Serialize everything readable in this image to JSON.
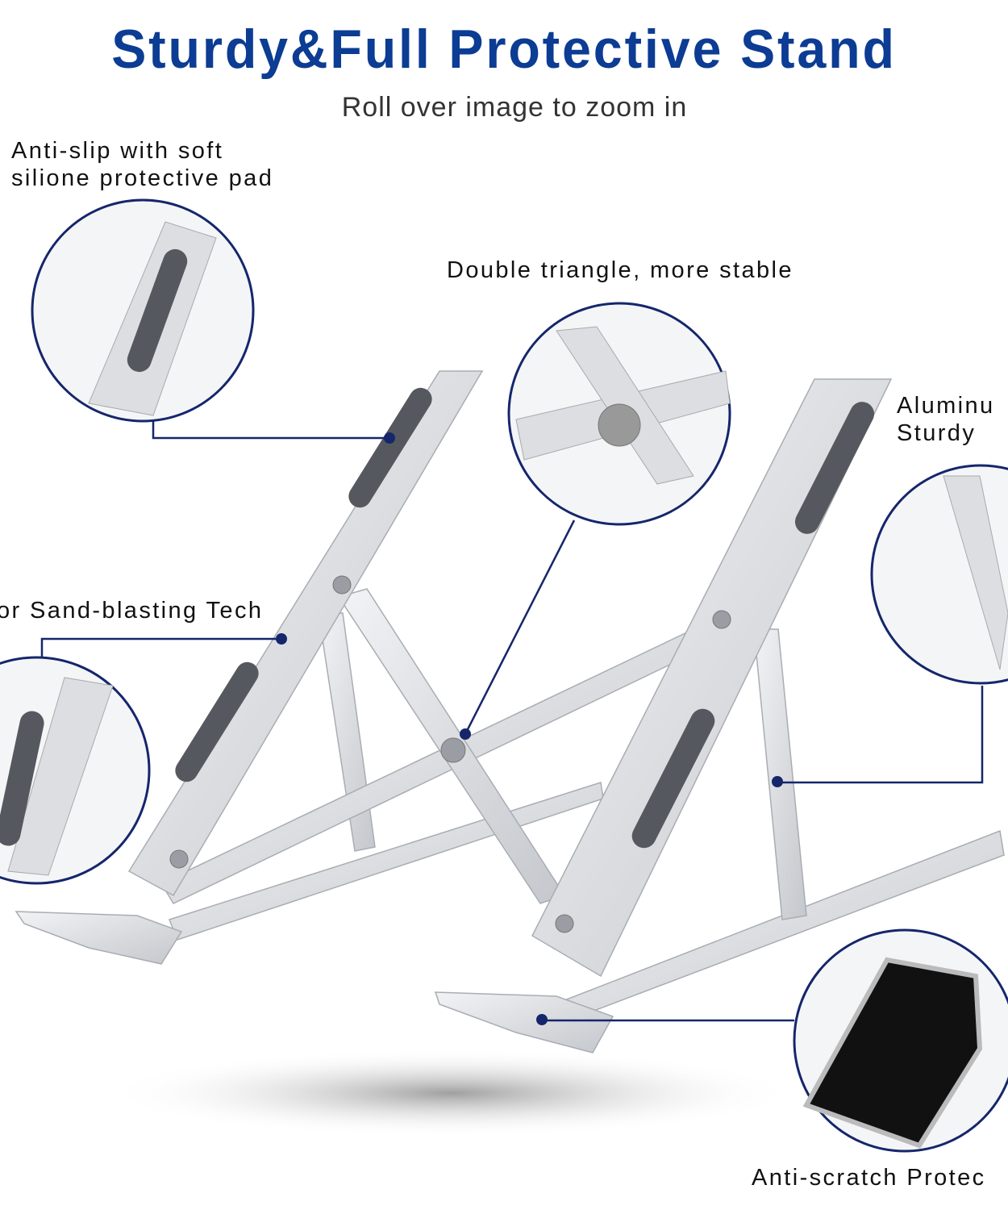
{
  "title": "Sturdy&Full Protective Stand",
  "subtitle": "Roll over image to zoom in",
  "callouts": {
    "anti_slip_line1": "Anti-slip with soft",
    "anti_slip_line2": "silione protective pad",
    "double_triangle": "Double triangle, more stable",
    "aluminum_line1": "Aluminu",
    "aluminum_line2": "Sturdy",
    "sand_blasting": "or Sand-blasting Tech",
    "anti_scratch": "Anti-scratch Protec"
  },
  "colors": {
    "title": "#0c3c93",
    "callout_line": "#15266b",
    "metal": "#d9dbdf",
    "pad": "#555a60"
  }
}
